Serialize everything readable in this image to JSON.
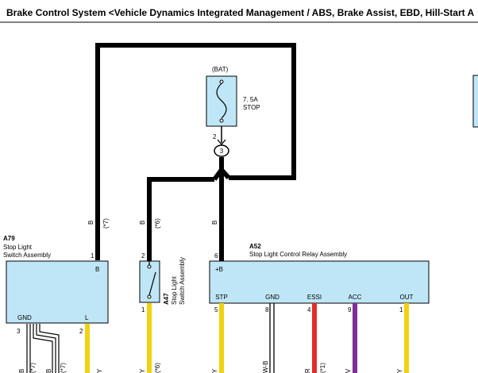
{
  "header": {
    "title": "Brake Control System <Vehicle Dynamics Integrated Management / ABS, Brake Assist, EBD, Hill-Start A"
  },
  "fuse": {
    "source": "(BAT)",
    "rating": "7. 5A",
    "name": "STOP",
    "pin": "2",
    "junction": "3"
  },
  "wires": {
    "left": {
      "color": "B",
      "note": "(*7)"
    },
    "middle": {
      "color": "B",
      "note": "(*6)"
    },
    "right": {
      "color": "B"
    },
    "bottom": [
      {
        "color": "Y"
      },
      {
        "color": "Y"
      },
      {
        "color": "(*6)"
      },
      {
        "color": "Y"
      },
      {
        "color": "W-B"
      },
      {
        "color": "R"
      },
      {
        "color": "(*1)"
      },
      {
        "color": "V"
      },
      {
        "color": "Y"
      }
    ],
    "a79_bottom": {
      "c1": "B",
      "c2": "(*7)",
      "c3": "B",
      "c4": "(*7)"
    }
  },
  "components": {
    "a79": {
      "code": "A79",
      "name_line1": "Stop Light",
      "name_line2": "Switch Assembly",
      "pin_b": "1",
      "term_b": "B",
      "term_gnd": "GND",
      "term_l": "L",
      "pin_l": "2",
      "pin_gnd": "3"
    },
    "a47": {
      "code": "A47",
      "name_line1": "Stop Light",
      "name_line2": "Switch Assembly",
      "pin_top": "2",
      "pin_bottom": "1"
    },
    "a52": {
      "code": "A52",
      "name": "Stop Light Control Relay Assembly",
      "pin_top": "6",
      "term_top": "+B",
      "terms": [
        "STP",
        "GND",
        "ESSI",
        "ACC",
        "OUT"
      ],
      "pins": [
        "5",
        "8",
        "4",
        "9",
        "1"
      ]
    }
  },
  "colors": {
    "wire_black": "#000000",
    "wire_yellow": "#f2d20f",
    "wire_red": "#e62a2a",
    "wire_violet": "#7f2f9a",
    "component_fill": "#bfe6f6"
  }
}
